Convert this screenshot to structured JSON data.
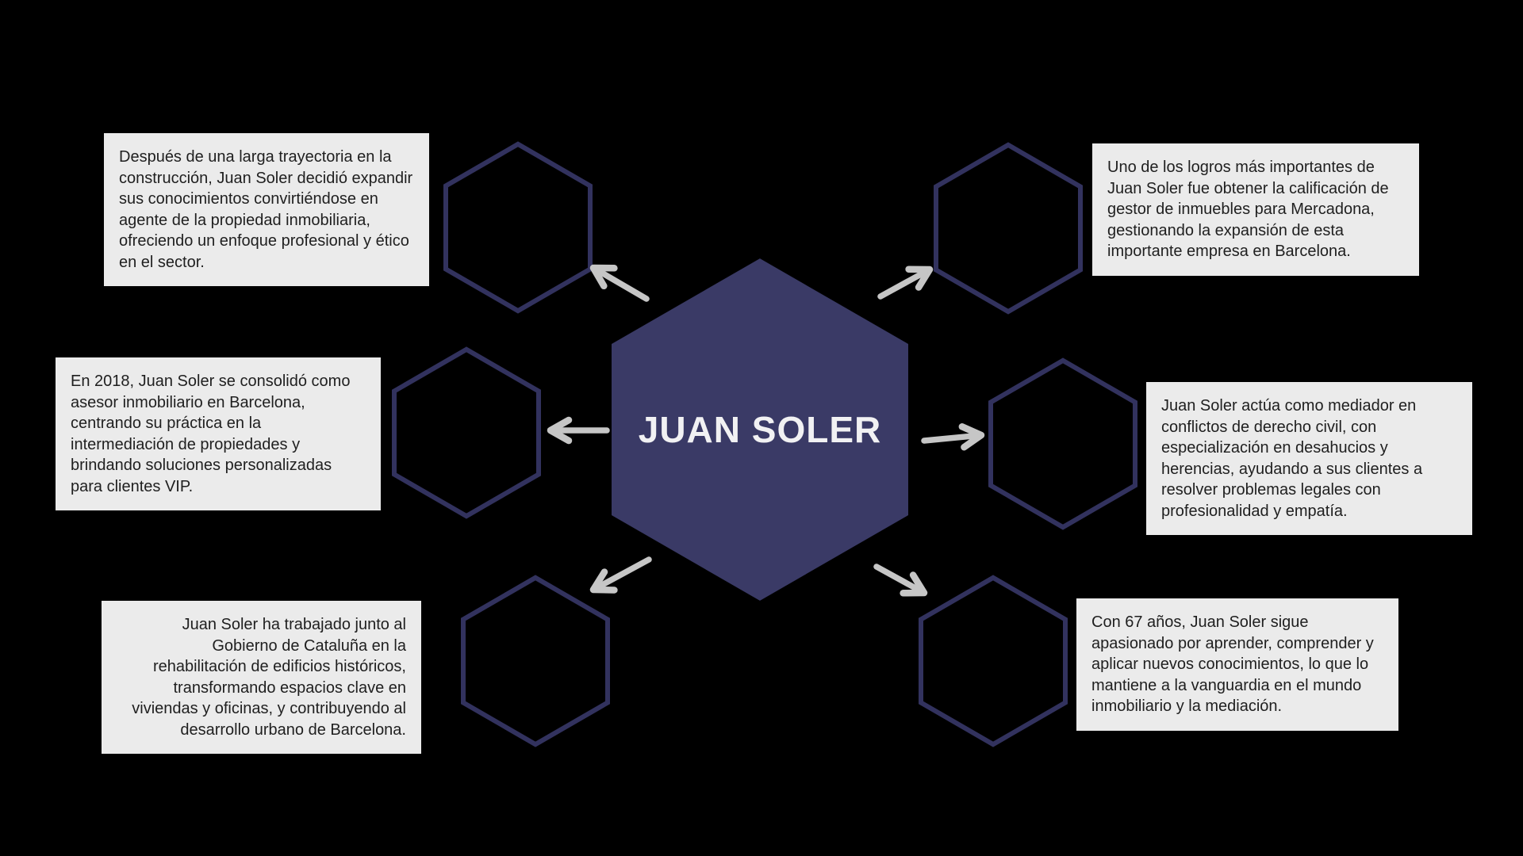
{
  "title": "JUAN SOLER",
  "colors": {
    "background": "#000000",
    "hexagon_fill": "#3a3a66",
    "hexagon_outline": "#32325e",
    "arrow": "#c6c6c6",
    "box_background": "#ebebeb",
    "box_text": "#1f1f1f",
    "title_text": "#f1f1f3"
  },
  "nodes": [
    {
      "id": "top-left",
      "align": "left",
      "text": "Después de una larga trayectoria en la construcción, Juan Soler decidió expandir sus conocimientos convirtiéndose en agente de la propiedad inmobiliaria, ofreciendo un enfoque profesional y ético en el sector."
    },
    {
      "id": "middle-left",
      "align": "left",
      "text": "En 2018, Juan Soler se consolidó como asesor inmobiliario en Barcelona, centrando su práctica en la intermediación de propiedades y brindando soluciones personalizadas para clientes VIP."
    },
    {
      "id": "bottom-left",
      "align": "right",
      "text": "Juan Soler ha trabajado junto al Gobierno de Cataluña en la rehabilitación de edificios históricos, transformando espacios clave en viviendas y oficinas, y contribuyendo al desarrollo urbano de Barcelona."
    },
    {
      "id": "top-right",
      "align": "left",
      "text": "Uno de los logros más importantes de Juan Soler fue obtener la calificación de gestor de inmuebles para Mercadona, gestionando la expansión de esta importante empresa en Barcelona."
    },
    {
      "id": "middle-right",
      "align": "left",
      "text": "Juan Soler actúa como mediador en conflictos de derecho civil, con especialización en desahucios y herencias, ayudando a sus clientes a resolver problemas legales con profesionalidad y empatía."
    },
    {
      "id": "bottom-right",
      "align": "left",
      "text": "Con 67 años, Juan Soler sigue apasionado por aprender, comprender y aplicar nuevos conocimientos, lo que lo mantiene a la vanguardia en el mundo inmobiliario y la mediación."
    }
  ]
}
